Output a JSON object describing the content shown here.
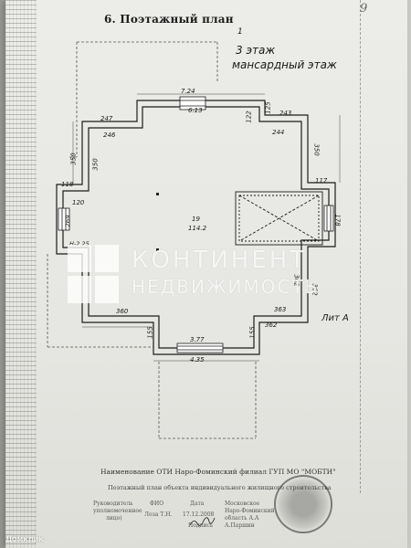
{
  "document": {
    "page_number": "9",
    "section_title": "6. Поэтажный план",
    "floor_marker": "1",
    "floor_line1": "3 этаж",
    "floor_line2": "мансардный этаж",
    "lit_label": "Лит А"
  },
  "room": {
    "number": "19",
    "area": "114.2"
  },
  "dimensions": {
    "top_724": "7.24",
    "top_613": "6.13",
    "left_247": "247",
    "left_246": "246",
    "right_122": "122",
    "right_125": "125",
    "right_243": "243",
    "right_244": "244",
    "left_350a": "350",
    "left_350b": "350",
    "right_350": "350",
    "left_118": "118",
    "left_120": "120",
    "right_117": "117",
    "right_178": "178",
    "left_269": "269",
    "left_h225": "H-2.25",
    "bottom_360": "360",
    "bottom_363": "363",
    "bottom_362": "362",
    "right_362a": "362",
    "right_362b": "362",
    "bottom_155a": "155",
    "bottom_155b": "155",
    "bottom_377": "3.77",
    "bottom_435": "4.35"
  },
  "watermark": {
    "line1": "КОНТИНЕНТ",
    "line2": "НЕДВИЖИМОСТЬ"
  },
  "footer": {
    "organization": "Наименование ОТИ Наро-Фоминский филиал ГУП МО \"МОБТИ\"",
    "subtitle": "Поэтажный план объекта индивидуального жилищного строительства",
    "head_label": "Руководитель",
    "head_label2": "уполномоченное",
    "head_label3": "лицо)",
    "fio_label": "ФИО",
    "fio_value": "Лоза Т.Н.",
    "date_label": "Дата",
    "date_value": "17.12.2008",
    "sign_label": "Подпись",
    "stamp_lines": [
      "Московское",
      "Наро-Фоминский",
      "область А.А",
      "А.Паршин"
    ]
  },
  "branding": {
    "source": "Домклик"
  },
  "colors": {
    "ink": "#1a1a1a",
    "paper": "#e8e8e4",
    "hatch": "#3a3a3a"
  }
}
